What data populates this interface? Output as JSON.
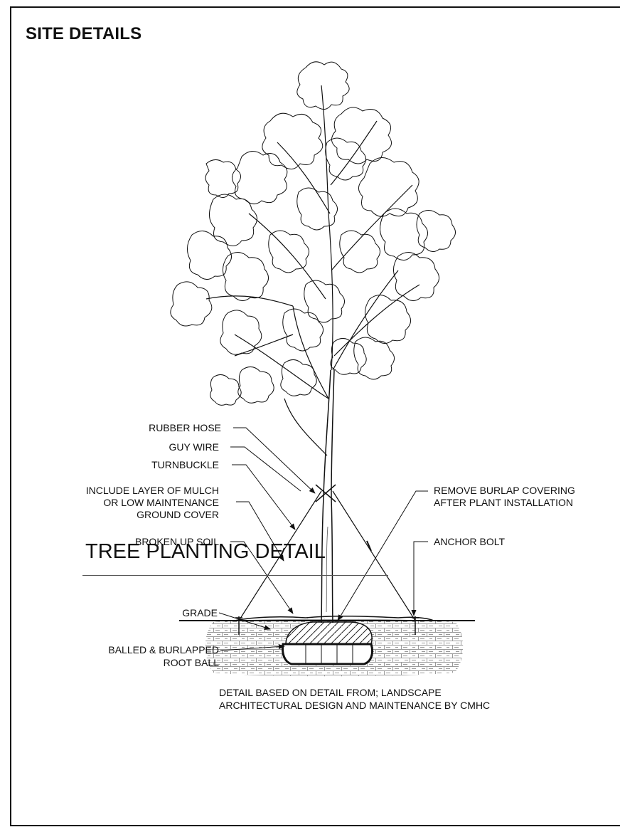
{
  "page": {
    "title": "SITE DETAILS"
  },
  "labels": {
    "rubber_hose": "RUBBER HOSE",
    "guy_wire": "GUY WIRE",
    "turnbuckle": "TURNBUCKLE",
    "mulch_line1": "INCLUDE LAYER OF MULCH",
    "mulch_line2": "OR LOW MAINTENANCE",
    "mulch_line3": "GROUND COVER",
    "broken_soil": "BROKEN UP SOIL",
    "grade": "GRADE",
    "root_ball_line1": "BALLED & BURLAPPED",
    "root_ball_line2": "ROOT BALL",
    "burlap_line1": "REMOVE BURLAP COVERING",
    "burlap_line2": "AFTER PLANT INSTALLATION",
    "anchor_bolt": "ANCHOR BOLT"
  },
  "notes": {
    "source_line1": "DETAIL BASED ON DETAIL FROM; LANDSCAPE",
    "source_line2": "ARCHITECTURAL DESIGN AND MAINTENANCE BY CMHC"
  },
  "detail": {
    "title": "TREE PLANTING DETAIL"
  }
}
